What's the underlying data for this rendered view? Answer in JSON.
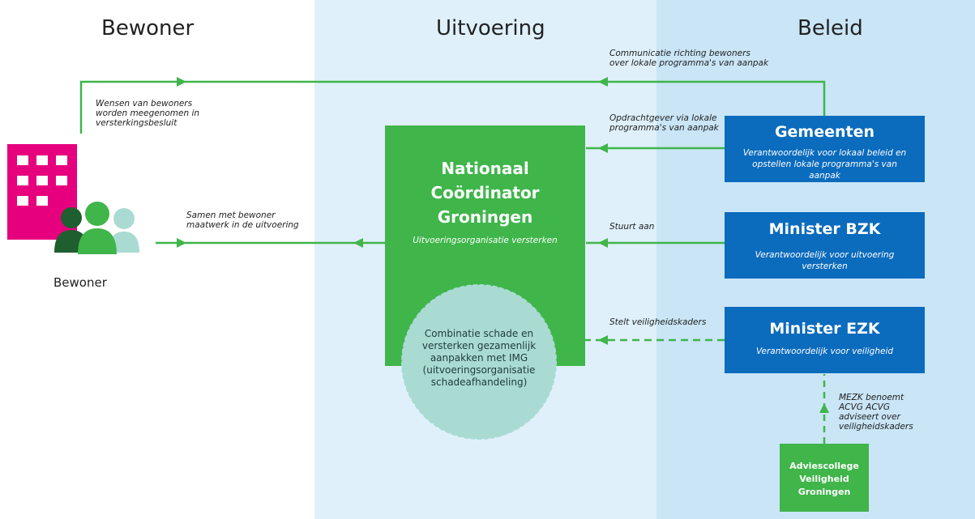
{
  "columns": {
    "bewoner": "Bewoner",
    "uitvoering": "Uitvoering",
    "beleid": "Beleid"
  },
  "bewoner_caption": "Bewoner",
  "notes": {
    "communicatie": "Communicatie richting bewoners over lokale programma's van aanpak",
    "wensen": "Wensen van bewoners worden meegenomen in versterkingsbesluit",
    "opdrachtgever": "Opdrachtgever via lokale programma's van aanpak",
    "samen": "Samen met bewoner maatwerk in de uitvoering",
    "stuurt": "Stuurt aan",
    "stelt": "Stelt veiligheidskaders",
    "mezk": "MEZK benoemt ACVG ACVG adviseert over veiligheidskaders"
  },
  "ncg": {
    "title": "Nationaal Coördinator Groningen",
    "subtitle": "Uitvoeringsorganisatie versterken"
  },
  "img_circle": "Combinatie schade en versterken gezamenlijk aanpakken met IMG (uitvoeringsorganisatie schadeafhandeling)",
  "boxes": {
    "gemeenten": {
      "title": "Gemeenten",
      "subtitle": "Verantwoordelijk voor lokaal beleid en opstellen lokale programma's van aanpak"
    },
    "bzk": {
      "title": "Minister BZK",
      "subtitle": "Verantwoordelijk voor uitvoering versterken"
    },
    "ezk": {
      "title": "Minister EZK",
      "subtitle": "Verantwoordelijk voor veiligheid"
    }
  },
  "acvg": "Adviescollege Veiligheid Groningen",
  "colors": {
    "green": "#3fb54a",
    "blue": "#0b6bbd",
    "magenta": "#e6007e",
    "teal_light": "#a9dbd3",
    "dark_green": "#1f5e2e",
    "lane_uitvoering": "#dff0fb",
    "lane_beleid": "#c9e5f6"
  }
}
